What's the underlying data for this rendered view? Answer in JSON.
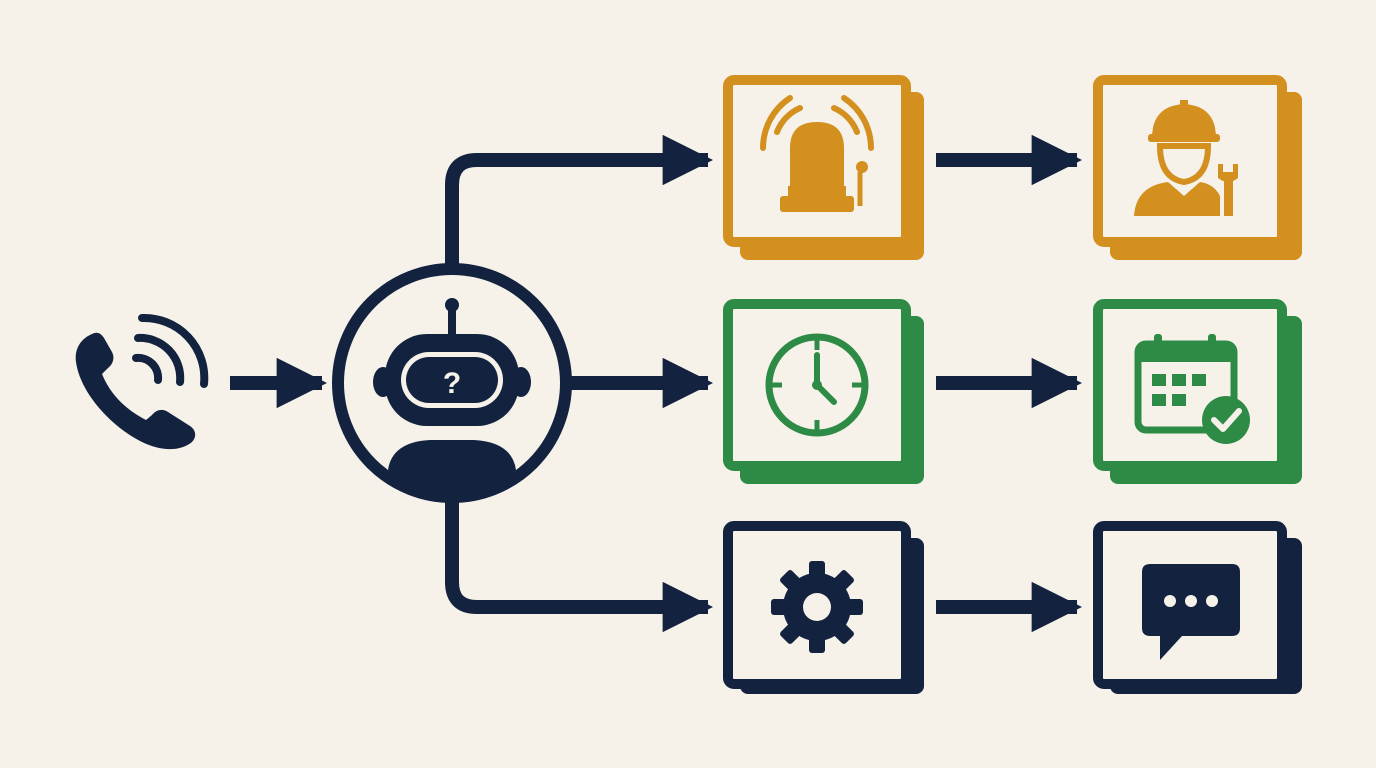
{
  "colors": {
    "background": "#f6f2ea",
    "navy": "#13233f",
    "urgent": "#d4901f",
    "scheduled": "#2e8b45",
    "general": "#13233f"
  },
  "caller": {
    "icon": "phone-ringing-icon"
  },
  "router": {
    "icon": "robot-question-icon",
    "symbol": "?"
  },
  "routes": [
    {
      "name": "urgent",
      "color_key": "urgent",
      "step_icon": "alarm-siren-icon",
      "result_icon": "technician-worker-icon"
    },
    {
      "name": "scheduled",
      "color_key": "scheduled",
      "step_icon": "clock-icon",
      "result_icon": "calendar-check-icon"
    },
    {
      "name": "general",
      "color_key": "general",
      "step_icon": "gear-icon",
      "result_icon": "chat-bubble-icon"
    }
  ]
}
